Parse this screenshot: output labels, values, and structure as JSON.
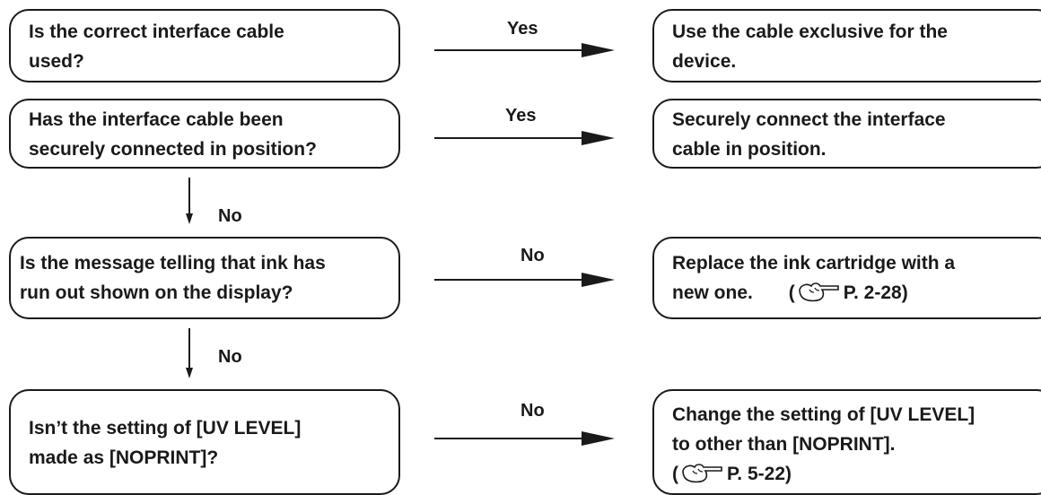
{
  "rows": [
    {
      "question": [
        "Is the correct interface cable",
        "used?"
      ],
      "answer_label": "Yes",
      "result": [
        "Use the cable exclusive for the",
        "device."
      ]
    },
    {
      "question": [
        "Has the interface cable been",
        "securely connected in position?"
      ],
      "answer_label": "Yes",
      "result": [
        "Securely connect the interface",
        "cable in position."
      ]
    },
    {
      "question": [
        "Is the message telling that ink has",
        "run out shown on the display?"
      ],
      "answer_label": "No",
      "result": [
        "Replace the ink cartridge with a",
        "new one."
      ],
      "result_ref": "P. 2-28"
    },
    {
      "question": [
        "Isn’t the setting of [UV LEVEL]",
        "made as [NOPRINT]?"
      ],
      "answer_label": "No",
      "result": [
        "Change the setting of [UV LEVEL]",
        "to other than [NOPRINT]."
      ],
      "result_ref": "P. 5-22"
    }
  ],
  "down_labels": [
    "No",
    "No"
  ],
  "icons": {
    "reference": "pointing-hand-icon"
  }
}
